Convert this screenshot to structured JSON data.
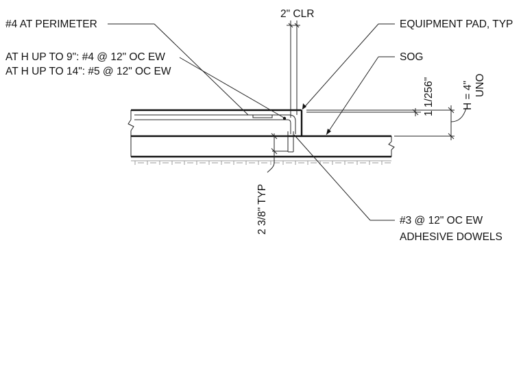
{
  "labels": {
    "clear_cover": "2\" CLR",
    "perimeter_bar": "#4 AT PERIMETER",
    "h9_note": "AT H UP TO 9\": #4 @ 12\" OC EW",
    "h14_note": "AT H UP TO 14\": #5 @ 12\" OC EW",
    "equipment_pad": "EQUIPMENT PAD, TYP",
    "sog": "SOG",
    "pad_offset": "1 1/256\"",
    "pad_height": "H = 4\"",
    "pad_height_note": "UNO",
    "embed_depth": "2 3/8\" TYP",
    "dowel_line1": "#3 @ 12\" OC EW",
    "dowel_line2": "ADHESIVE DOWELS"
  },
  "colors": {
    "linework": "#111111",
    "hatch": "#9a9a9a",
    "background": "#ffffff"
  }
}
